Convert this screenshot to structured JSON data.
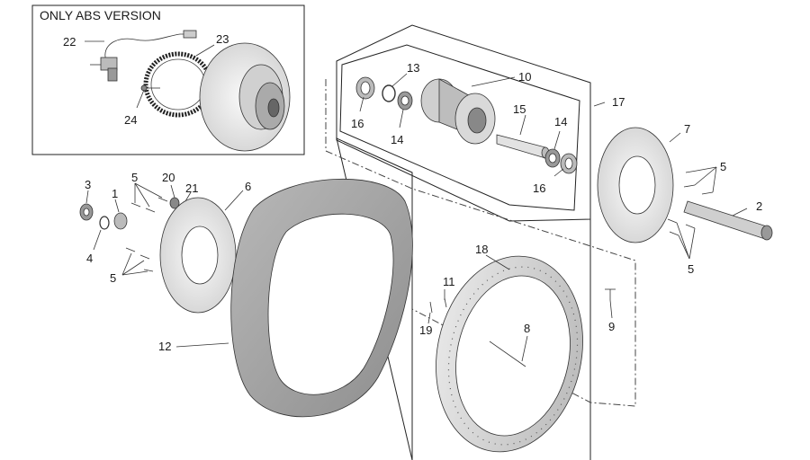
{
  "inset": {
    "title": "ONLY ABS VERSION"
  },
  "callouts": [
    "22",
    "23",
    "24",
    "13",
    "10",
    "16",
    "14",
    "15",
    "14",
    "16",
    "17",
    "7",
    "5",
    "2",
    "5",
    "3",
    "1",
    "5",
    "20",
    "21",
    "6",
    "4",
    "5",
    "12",
    "18",
    "11",
    "19",
    "8",
    "9"
  ]
}
